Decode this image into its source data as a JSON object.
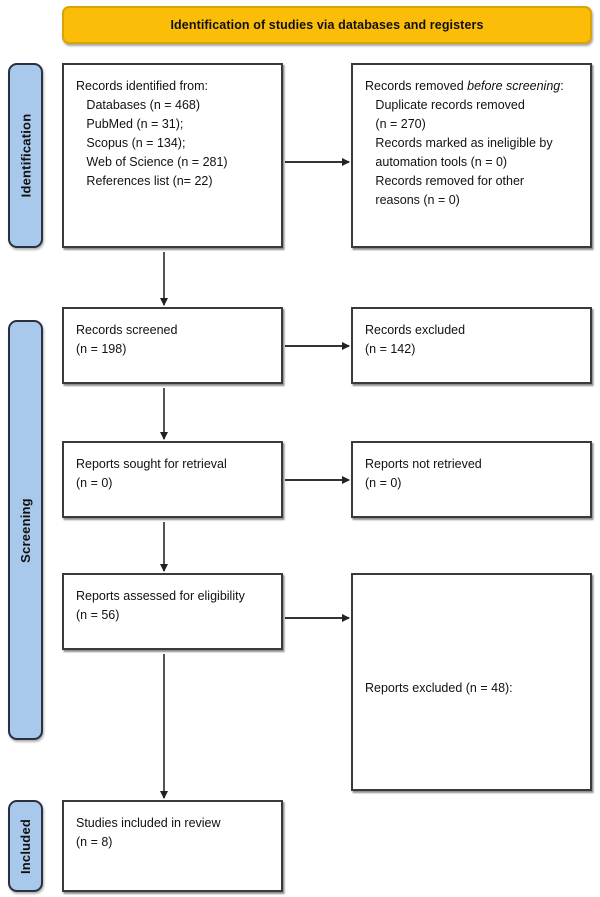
{
  "banner": {
    "title": "Identification of studies via databases and registers",
    "bg_color": "#FBBD08"
  },
  "stages": {
    "identification": "Identification",
    "screening": "Screening",
    "included": "Included",
    "fill_color": "#A8C8EC",
    "border_color": "#2B3040"
  },
  "boxes": {
    "identified": {
      "heading": "Records identified from:",
      "lines": [
        "Databases (n = 468)",
        "PubMed (n = 31);",
        "Scopus (n = 134);",
        "Web of Science (n = 281)",
        "References list (n= 22)"
      ]
    },
    "removed": {
      "heading_before": "Records removed ",
      "heading_italic": "before screening",
      "heading_after": ":",
      "lines": [
        "Duplicate records removed",
        "(n = 270)",
        "Records marked as ineligible by",
        "automation tools (n = 0)",
        "Records removed for other",
        "reasons (n = 0)"
      ]
    },
    "screened": {
      "label": "Records screened",
      "count": "(n = 198)"
    },
    "excluded": {
      "label": "Records excluded",
      "count": "(n = 142)"
    },
    "sought": {
      "label": "Reports sought for retrieval",
      "count": "(n = 0)"
    },
    "not_retrieved": {
      "label": "Reports not retrieved",
      "count": "(n = 0)"
    },
    "assessed": {
      "label": "Reports assessed for eligibility",
      "count": "(n = 56)"
    },
    "reports_excluded": {
      "label": "Reports excluded (n = 48):"
    },
    "included": {
      "label": "Studies included in review",
      "count": "(n = 8)"
    }
  },
  "chart_data": {
    "type": "diagram",
    "title": "PRISMA flow diagram",
    "nodes": [
      {
        "id": "identified",
        "stage": "Identification",
        "label": "Records identified from",
        "value": 468
      },
      {
        "id": "identified-pubmed",
        "stage": "Identification",
        "label": "PubMed",
        "value": 31
      },
      {
        "id": "identified-scopus",
        "stage": "Identification",
        "label": "Scopus",
        "value": 134
      },
      {
        "id": "identified-wos",
        "stage": "Identification",
        "label": "Web of Science",
        "value": 281
      },
      {
        "id": "identified-refs",
        "stage": "Identification",
        "label": "References list",
        "value": 22
      },
      {
        "id": "duplicates-removed",
        "stage": "Identification",
        "label": "Duplicate records removed",
        "value": 270
      },
      {
        "id": "ineligible-automation",
        "stage": "Identification",
        "label": "Records marked as ineligible by automation tools",
        "value": 0
      },
      {
        "id": "removed-other",
        "stage": "Identification",
        "label": "Records removed for other reasons",
        "value": 0
      },
      {
        "id": "screened",
        "stage": "Screening",
        "label": "Records screened",
        "value": 198
      },
      {
        "id": "records-excluded",
        "stage": "Screening",
        "label": "Records excluded",
        "value": 142
      },
      {
        "id": "sought",
        "stage": "Screening",
        "label": "Reports sought for retrieval",
        "value": 0
      },
      {
        "id": "not-retrieved",
        "stage": "Screening",
        "label": "Reports not retrieved",
        "value": 0
      },
      {
        "id": "assessed",
        "stage": "Screening",
        "label": "Reports assessed for eligibility",
        "value": 56
      },
      {
        "id": "reports-excluded",
        "stage": "Screening",
        "label": "Reports excluded",
        "value": 48
      },
      {
        "id": "included",
        "stage": "Included",
        "label": "Studies included in review",
        "value": 8
      }
    ],
    "edges": [
      {
        "from": "identified",
        "to": "duplicates-removed"
      },
      {
        "from": "identified",
        "to": "screened"
      },
      {
        "from": "screened",
        "to": "records-excluded"
      },
      {
        "from": "screened",
        "to": "sought"
      },
      {
        "from": "sought",
        "to": "not-retrieved"
      },
      {
        "from": "sought",
        "to": "assessed"
      },
      {
        "from": "assessed",
        "to": "reports-excluded"
      },
      {
        "from": "assessed",
        "to": "included"
      }
    ]
  }
}
